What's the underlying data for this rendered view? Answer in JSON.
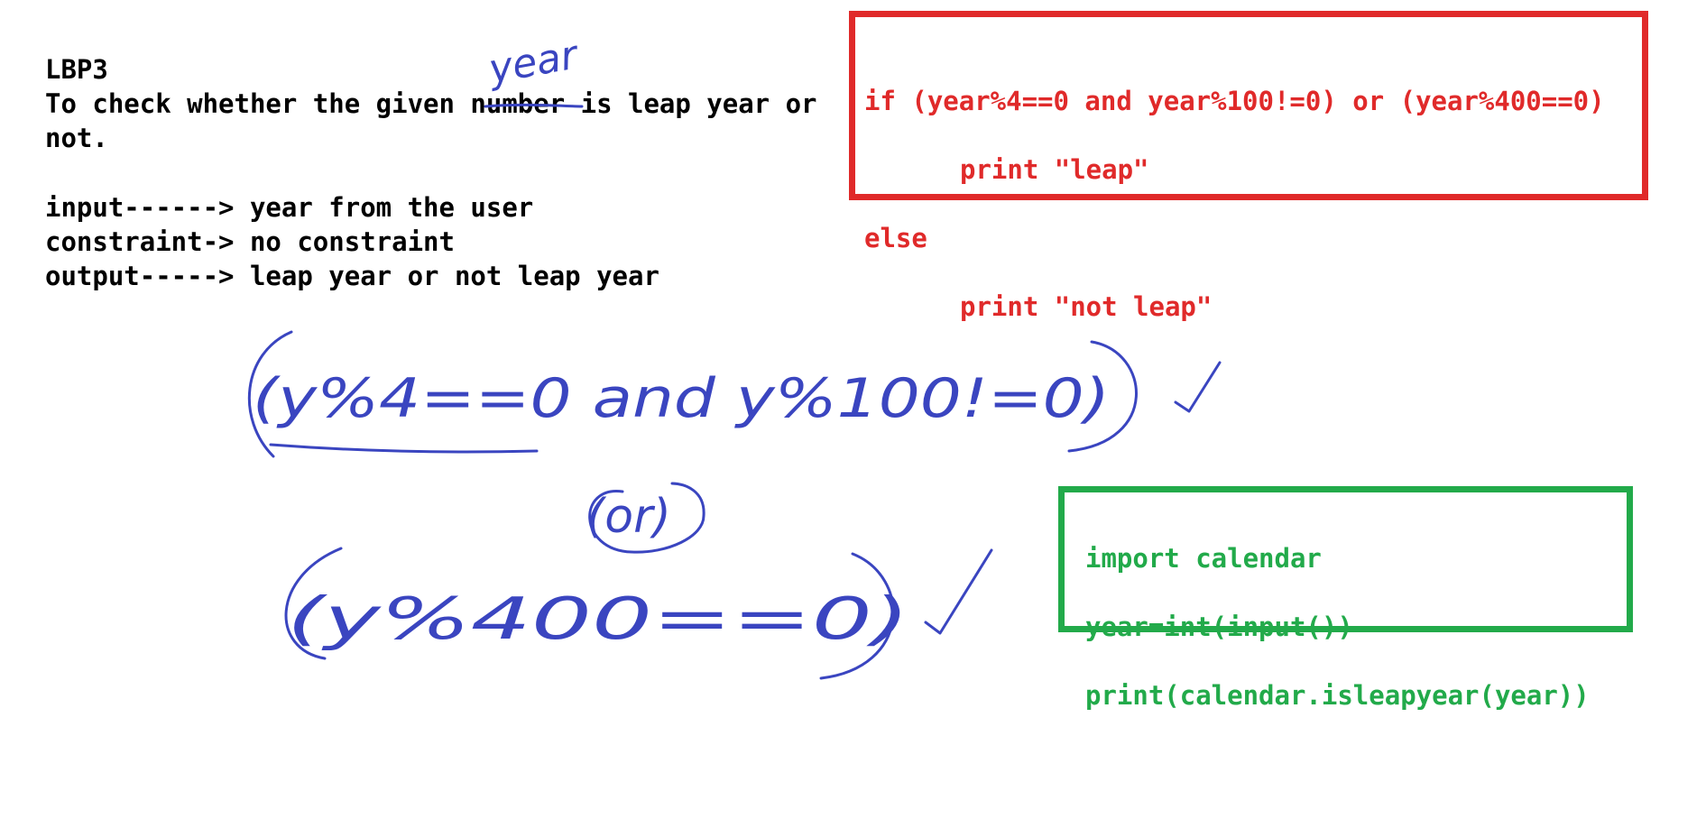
{
  "problem": {
    "title": "LBP3",
    "statement_line1": "To check whether the given number is leap year or",
    "statement_line2": "not.",
    "input_line": "input------> year from the user",
    "constraint_line": "constraint-> no constraint",
    "output_line": "output-----> leap year or not leap year"
  },
  "annotations": {
    "handwritten_year": "year",
    "handwritten_expr1": "(y%4==0 and y%100!=0)",
    "handwritten_or": "(or)",
    "handwritten_expr2": "(y%400==0)"
  },
  "pseudocode_box": {
    "lines": [
      "if (year%4==0 and year%100!=0) or (year%400==0)",
      "print \"leap\"",
      "else",
      "print \"not leap\""
    ],
    "color": "#e02a2a"
  },
  "python_box": {
    "lines": [
      "import calendar",
      "year=int(input())",
      "print(calendar.isleapyear(year))"
    ],
    "color": "#22aa4a"
  },
  "ink_color": "#3a45c0"
}
